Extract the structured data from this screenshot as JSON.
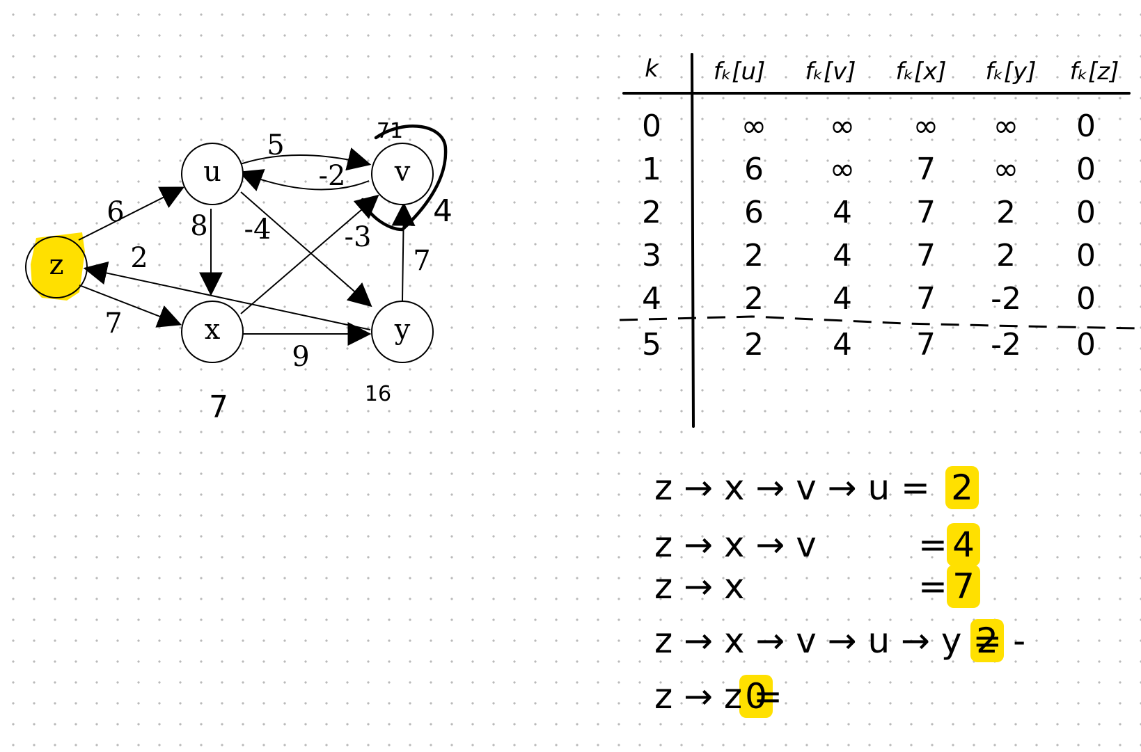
{
  "graph": {
    "nodes": {
      "z": {
        "label": "z"
      },
      "u": {
        "label": "u"
      },
      "v": {
        "label": "v"
      },
      "x": {
        "label": "x"
      },
      "y": {
        "label": "y"
      }
    },
    "source_node": "z",
    "highlight_color": "#FFE000",
    "edges": [
      {
        "from": "z",
        "to": "u",
        "weight": "6"
      },
      {
        "from": "z",
        "to": "x",
        "weight": "7"
      },
      {
        "from": "u",
        "to": "v",
        "weight": "5"
      },
      {
        "from": "v",
        "to": "u",
        "weight": "-2"
      },
      {
        "from": "u",
        "to": "x",
        "weight": "8"
      },
      {
        "from": "u",
        "to": "y",
        "weight": "-4"
      },
      {
        "from": "x",
        "to": "v",
        "weight": "-3"
      },
      {
        "from": "x",
        "to": "y",
        "weight": "9"
      },
      {
        "from": "y",
        "to": "v",
        "weight": "7"
      },
      {
        "from": "y",
        "to": "z",
        "weight": "2"
      }
    ],
    "annotations": {
      "v_top": "71",
      "v_loop": "4",
      "x_below": "7",
      "y_below": "16"
    }
  },
  "table": {
    "header": {
      "k": "k",
      "cols": [
        "fₖ[u]",
        "fₖ[v]",
        "fₖ[x]",
        "fₖ[y]",
        "fₖ[z]"
      ]
    },
    "rows": [
      {
        "k": "0",
        "u": "∞",
        "v": "∞",
        "x": "∞",
        "y": "∞",
        "z": "0"
      },
      {
        "k": "1",
        "u": "6",
        "v": "∞",
        "x": "7",
        "y": "∞",
        "z": "0"
      },
      {
        "k": "2",
        "u": "6",
        "v": "4",
        "x": "7",
        "y": "2",
        "z": "0"
      },
      {
        "k": "3",
        "u": "2",
        "v": "4",
        "x": "7",
        "y": "2",
        "z": "0"
      },
      {
        "k": "4",
        "u": "2",
        "v": "4",
        "x": "7",
        "y": "-2",
        "z": "0"
      },
      {
        "k": "5",
        "u": "2",
        "v": "4",
        "x": "7",
        "y": "-2",
        "z": "0"
      }
    ]
  },
  "paths": [
    {
      "path": "z → x → v → u =",
      "value": "2"
    },
    {
      "path": "z → x → v",
      "value": "4"
    },
    {
      "path": "z → x",
      "value": "7"
    },
    {
      "path": "z → x → v → u → y = -",
      "value": "2"
    },
    {
      "path": "z → z =",
      "value": "0"
    }
  ]
}
